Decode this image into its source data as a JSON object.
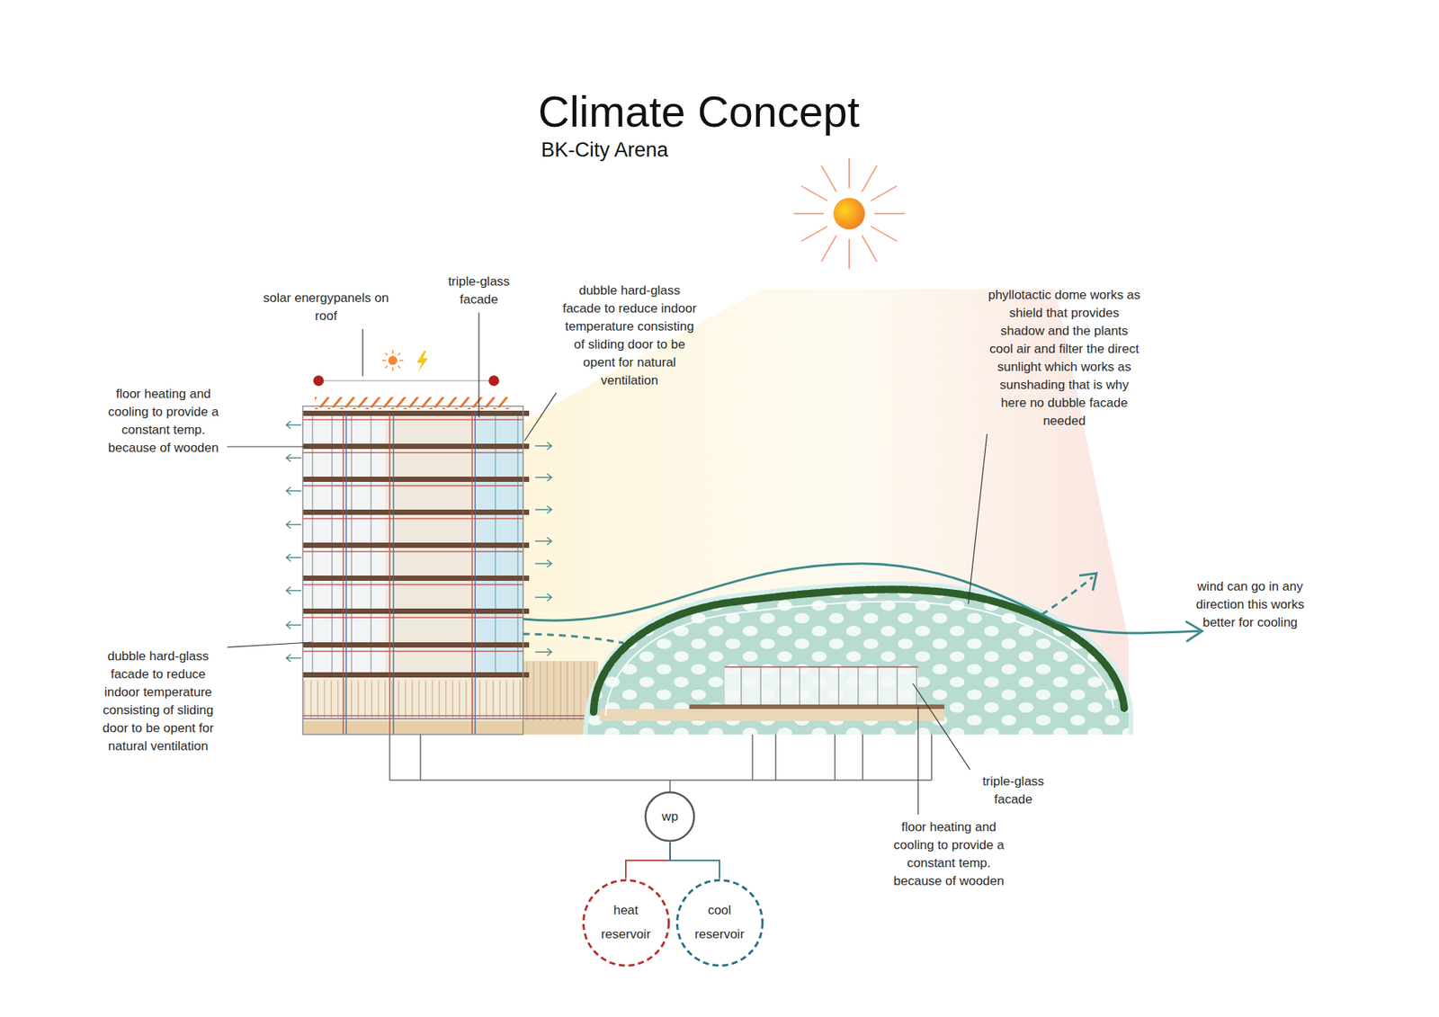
{
  "diagram": {
    "title": "Climate Concept",
    "nodes": [
      {
        "text": [
          "wp"
        ]
      },
      {
        "text": [
          "heat reservoir"
        ]
      },
      {
        "text": [
          "cool reservoir"
        ]
      }
    ],
    "edges": [
      {
        "from": 0,
        "to": 1,
        "arrow": "none"
      },
      {
        "from": 0,
        "to": 2,
        "arrow": "none"
      }
    ],
    "labels": [
      "BK-City Arena",
      "solar energypanels on roof",
      "triple-glass facade",
      "dubble hard-glass facade to reduce indoor temperature consisting of sliding door to be opent for natural ventilation",
      "phyllotactic dome works as shield that provides shadow and the plants cool air and filter the direct sunlight which works as sunshading that is why here no dubble facade needed",
      "floor heating and cooling to provide a constant temp. because of wooden",
      "wind can go in any direction this works better for cooling",
      "dubble hard-glass facade to reduce indoor temperature consisting of sliding door to be opent for natural ventilation",
      "triple-glass facade",
      "floor heating and cooling to provide a constant temp. because of wooden"
    ]
  }
}
